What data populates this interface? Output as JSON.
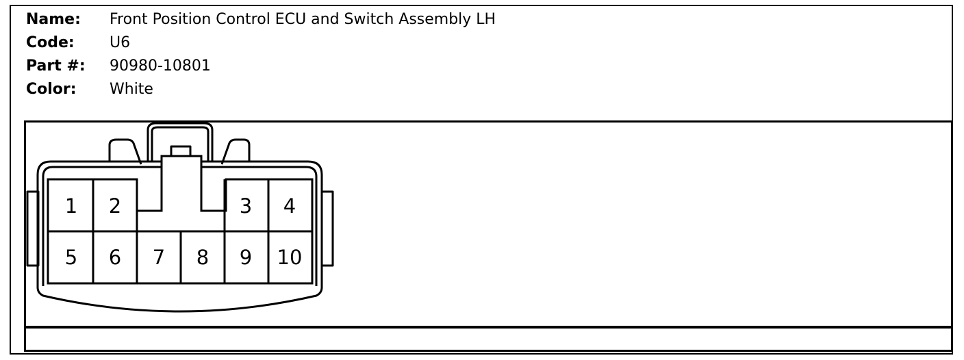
{
  "labels": {
    "name": "Name:",
    "code": "Code:",
    "part": "Part #:",
    "color": "Color:"
  },
  "values": {
    "name": "Front Position Control ECU and Switch Assembly LH",
    "code": "U6",
    "part": "90980-10801",
    "color": "White"
  },
  "pins": {
    "p1": "1",
    "p2": "2",
    "p3": "3",
    "p4": "4",
    "p5": "5",
    "p6": "6",
    "p7": "7",
    "p8": "8",
    "p9": "9",
    "p10": "10"
  }
}
